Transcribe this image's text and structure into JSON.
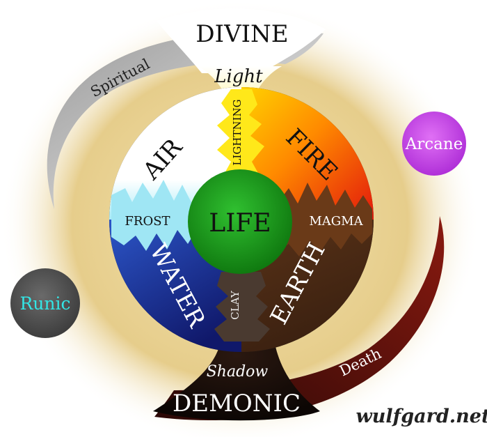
{
  "diagram": {
    "center": "LIFE",
    "elements": {
      "air": "AIR",
      "fire": "FIRE",
      "water": "WATER",
      "earth": "EARTH"
    },
    "hybrids": {
      "lightning": "LIGHTNING",
      "frost": "FROST",
      "magma": "MAGMA",
      "clay": "CLAY"
    },
    "top": {
      "realm": "DIVINE",
      "sub": "Light",
      "side": "Spiritual"
    },
    "bottom": {
      "realm": "DEMONIC",
      "sub": "Shadow",
      "side": "Death"
    },
    "orbs": {
      "arcane": "Arcane",
      "runic": "Runic"
    },
    "signature": "wulfgard.net",
    "colors": {
      "background": "#e6cd8b",
      "arcane": "#cc44ee",
      "runic": "#555555",
      "runic_text": "#33e6e6",
      "life": "#1a9a1a",
      "earth": "#4a2a12",
      "water": "#1c2a8a",
      "demonic": "#1a0f08"
    }
  }
}
